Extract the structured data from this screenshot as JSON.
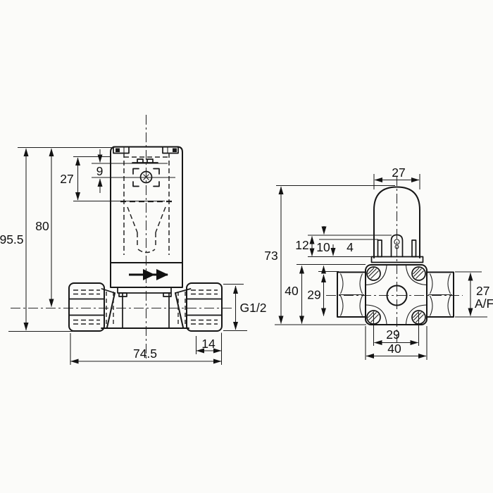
{
  "drawing": {
    "kind": "solenoid-valve-dimension-drawing",
    "colors": {
      "ink": "#161616",
      "paper": "#fbfbf9"
    },
    "front_view": {
      "dims": {
        "overall_height": "95.5",
        "height_to_port_axis": "80",
        "connector_window": "27",
        "pin_offset": "9",
        "port_thread": "G1/2",
        "hex_nut_width": "14",
        "overall_width": "74.5"
      }
    },
    "side_view": {
      "dims": {
        "coil_width": "27",
        "overall_height": "73",
        "terminal_height": "12",
        "pin_height": "10",
        "plate_offset": "4",
        "flange_height": "40",
        "screw_spacing_vertical": "29",
        "hex_across_flats_value": "27",
        "hex_across_flats_label": "A/F",
        "screw_spacing_horizontal": "29",
        "flange_width": "40"
      }
    }
  }
}
